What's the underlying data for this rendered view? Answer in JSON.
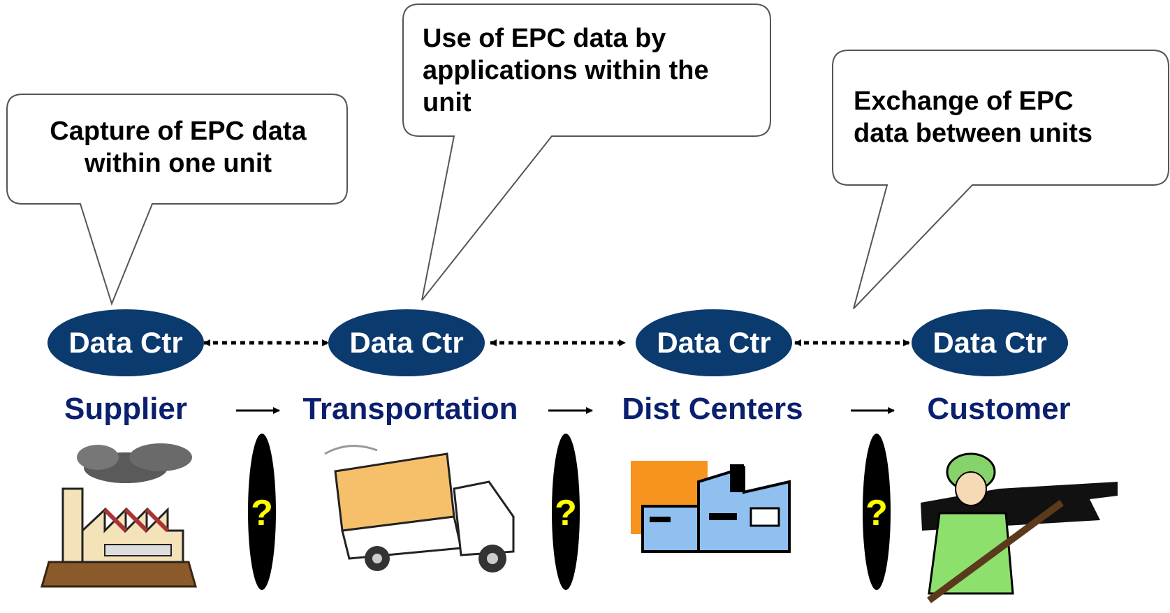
{
  "callouts": [
    {
      "text": "Capture of EPC data\nwithin one unit"
    },
    {
      "text": "Use of EPC data by\napplications within the\nunit"
    },
    {
      "text": "Exchange of EPC\ndata between units"
    }
  ],
  "data_centers": [
    "Data Ctr",
    "Data Ctr",
    "Data Ctr",
    "Data Ctr"
  ],
  "stages": [
    "Supplier",
    "Transportation",
    "Dist Centers",
    "Customer"
  ],
  "gap_marks": [
    "?",
    "?",
    "?"
  ],
  "icons": [
    "factory-icon",
    "truck-icon",
    "warehouse-icon",
    "soldier-icon"
  ],
  "colors": {
    "data_center_fill": "#0b3a6e",
    "stage_text": "#0b1f6f",
    "gap_fill": "#000000",
    "gap_text": "#ffff00"
  }
}
